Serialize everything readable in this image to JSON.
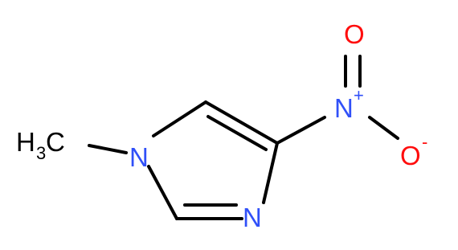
{
  "molecule": {
    "atoms": {
      "methyl_h": "H",
      "methyl_sub": "3",
      "methyl_c": "C",
      "n1": "N",
      "n3": "N",
      "nitro_n": "N",
      "nitro_n_charge": "+",
      "o_top": "O",
      "o_bottom": "O",
      "o_bottom_charge": "-"
    },
    "colors": {
      "carbon": "#000000",
      "nitrogen": "#3050F8",
      "oxygen": "#FF0D0D",
      "bond": "#000000"
    }
  }
}
